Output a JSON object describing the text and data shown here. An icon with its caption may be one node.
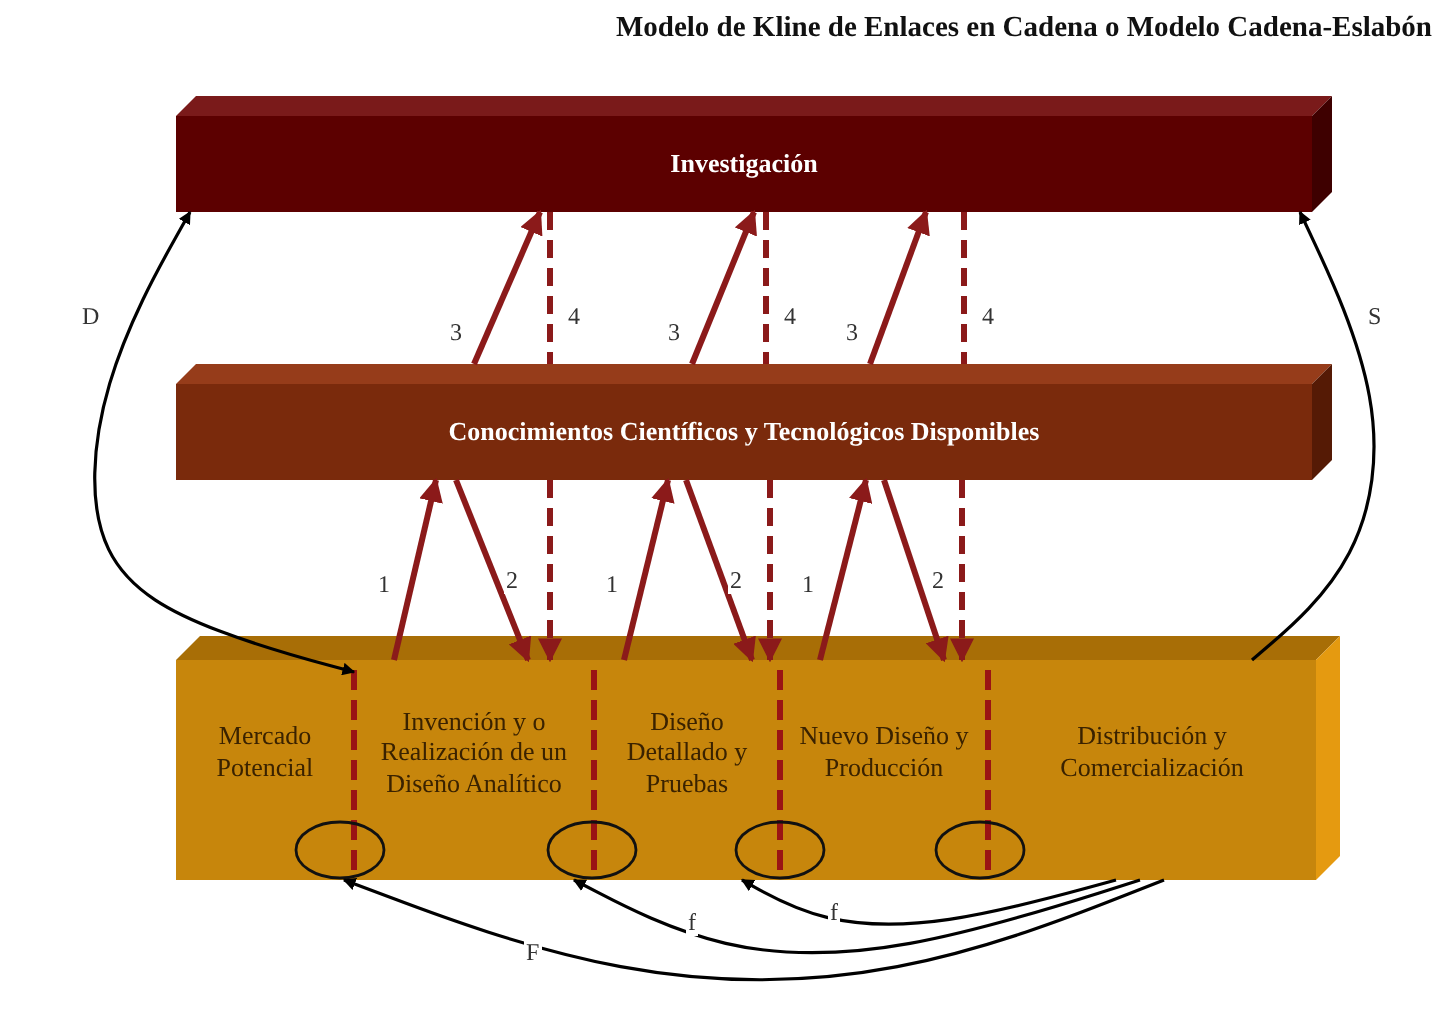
{
  "diagram": {
    "title": "Modelo de Kline de Enlaces en Cadena o Modelo Cadena-Eslabón",
    "nodes": [
      {
        "text": [
          "Investigación"
        ]
      },
      {
        "text": [
          "Conocimientos Científicos y Tecnológicos Disponibles"
        ]
      },
      {
        "text": [],
        "shape": "box"
      },
      {
        "text": [
          "Mercado Potencial"
        ],
        "in": 2
      },
      {
        "text": [
          "Invención y o Realización de un Diseño Analítico"
        ],
        "in": 2
      },
      {
        "text": [
          "Diseño Detallado y Pruebas"
        ],
        "in": 2
      },
      {
        "text": [
          "Nuevo Diseño y Producción"
        ],
        "in": 2
      },
      {
        "text": [
          "Distribución y Comercialización"
        ],
        "in": 2
      },
      {
        "text": [],
        "shape": "circle",
        "in": 2
      },
      {
        "text": [],
        "shape": "circle",
        "in": 2
      },
      {
        "text": [],
        "shape": "circle",
        "in": 2
      },
      {
        "text": [],
        "shape": "circle",
        "in": 2
      }
    ],
    "edges": [
      {
        "from": 4,
        "to": 0,
        "arrow": "both",
        "label": "D",
        "color": "#000000"
      },
      {
        "from": 7,
        "to": 0,
        "arrow": "to",
        "label": "S",
        "color": "#000000"
      },
      {
        "from": 1,
        "to": 0,
        "arrow": "to",
        "label": "3"
      },
      {
        "from": 1,
        "to": 0,
        "arrow": "to",
        "label": "3"
      },
      {
        "from": 1,
        "to": 0,
        "arrow": "to",
        "label": "3"
      },
      {
        "from": 0,
        "to": 1,
        "arrow": "none",
        "label": "4",
        "style": "dashed"
      },
      {
        "from": 0,
        "to": 1,
        "arrow": "none",
        "label": "4",
        "style": "dashed"
      },
      {
        "from": 0,
        "to": 1,
        "arrow": "none",
        "label": "4",
        "style": "dashed"
      },
      {
        "from": 4,
        "to": 1,
        "arrow": "to",
        "label": "1"
      },
      {
        "from": 1,
        "to": 4,
        "arrow": "to",
        "label": "2"
      },
      {
        "from": 1,
        "to": 4,
        "arrow": "to",
        "style": "dashed"
      },
      {
        "from": 5,
        "to": 1,
        "arrow": "to",
        "label": "1"
      },
      {
        "from": 1,
        "to": 5,
        "arrow": "to",
        "label": "2"
      },
      {
        "from": 1,
        "to": 5,
        "arrow": "to",
        "style": "dashed"
      },
      {
        "from": 6,
        "to": 1,
        "arrow": "to",
        "label": "1"
      },
      {
        "from": 1,
        "to": 6,
        "arrow": "to",
        "label": "2"
      },
      {
        "from": 1,
        "to": 6,
        "arrow": "to",
        "style": "dashed"
      },
      {
        "from": 7,
        "to": 8,
        "arrow": "to",
        "label": "F",
        "color": "#000000"
      },
      {
        "from": 7,
        "to": 9,
        "arrow": "to",
        "label": "f",
        "color": "#000000"
      },
      {
        "from": 7,
        "to": 10,
        "arrow": "to",
        "label": "f",
        "color": "#000000"
      }
    ]
  }
}
